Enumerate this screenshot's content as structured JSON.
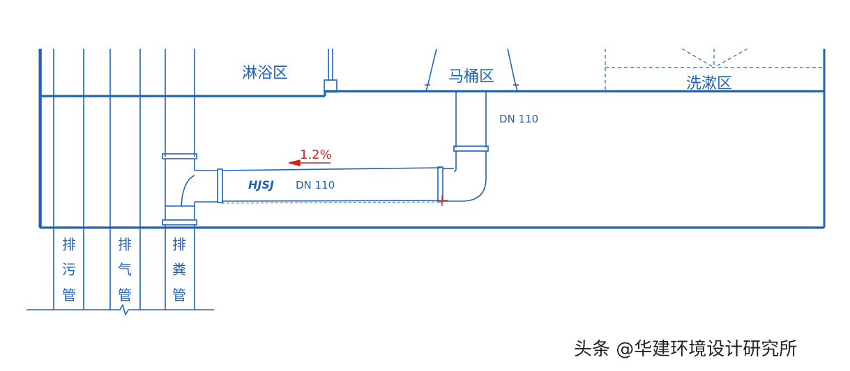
{
  "colors": {
    "line": "#1e63b8",
    "slope": "#d42020",
    "background": "#ffffff",
    "credit": "#222222"
  },
  "zones": {
    "shower": "淋浴区",
    "toilet": "马桶区",
    "washbasin": "洗漱区"
  },
  "pipes": {
    "vertical_dn": "DN 110",
    "horizontal_dn": "DN 110",
    "slope": "1.2%",
    "brand_logo": "HJSJ"
  },
  "stacks": {
    "sewage": [
      "排",
      "污",
      "管"
    ],
    "vent": [
      "排",
      "气",
      "管"
    ],
    "soil": [
      "排",
      "粪",
      "管"
    ]
  },
  "watermark": "头条 @华建环境设计研究所"
}
